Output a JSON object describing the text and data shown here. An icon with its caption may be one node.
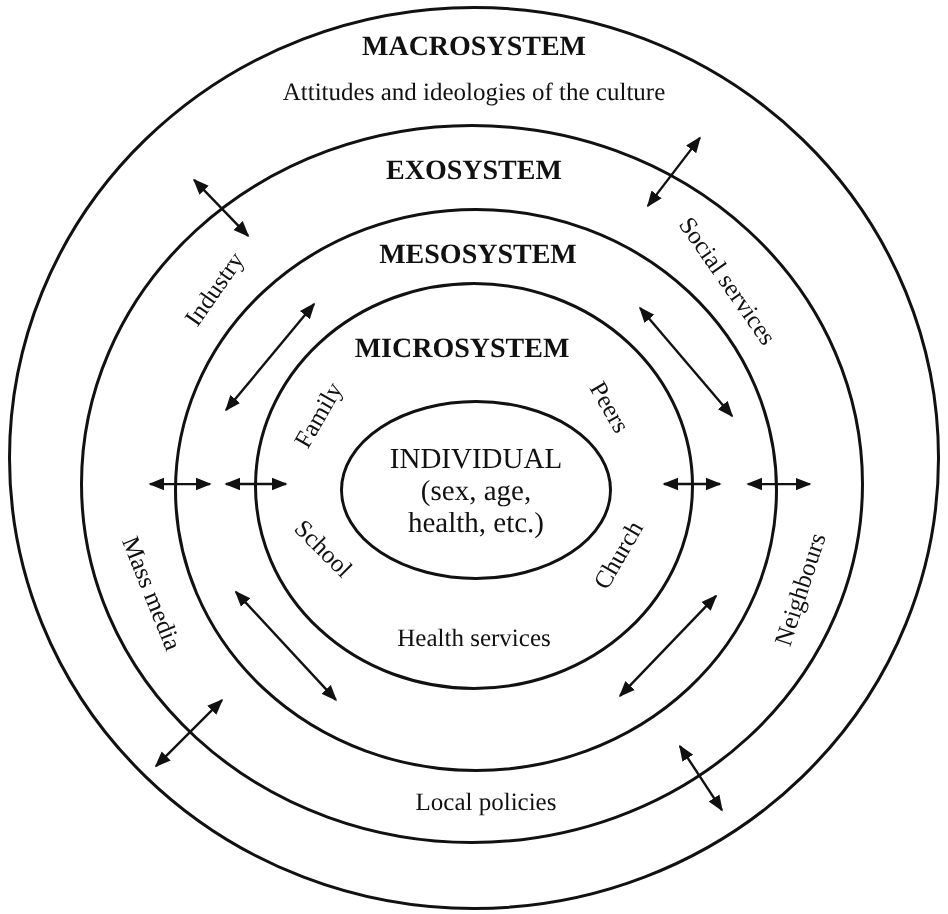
{
  "diagram": {
    "nodes": [
      {
        "text": [
          "MACROSYSTEM",
          "Attitudes and ideologies of the culture"
        ]
      },
      {
        "text": [
          "EXOSYSTEM"
        ],
        "in": 0
      },
      {
        "text": [
          "MESOSYSTEM"
        ],
        "in": 1
      },
      {
        "text": [
          "MICROSYSTEM"
        ],
        "in": 2
      },
      {
        "text": [
          "INDIVIDUAL (sex, age, health, etc.)"
        ],
        "in": 3
      }
    ],
    "edges": [
      {
        "from": 0,
        "to": 1,
        "arrow": "both"
      },
      {
        "from": 0,
        "to": 1,
        "arrow": "both"
      },
      {
        "from": 1,
        "to": 2,
        "arrow": "both"
      },
      {
        "from": 2,
        "to": 3,
        "arrow": "both"
      },
      {
        "from": 2,
        "to": 3,
        "arrow": "both"
      },
      {
        "from": 2,
        "to": 3,
        "arrow": "both"
      },
      {
        "from": 2,
        "to": 3,
        "arrow": "both"
      },
      {
        "from": 1,
        "to": 2,
        "arrow": "both"
      },
      {
        "from": 0,
        "to": 1,
        "arrow": "both"
      },
      {
        "from": 2,
        "to": 3,
        "arrow": "both"
      },
      {
        "from": 2,
        "to": 3,
        "arrow": "both"
      },
      {
        "from": 0,
        "to": 1,
        "arrow": "both"
      }
    ],
    "labels": [
      "Industry",
      "Social services",
      "Family",
      "Peers",
      "Mass media",
      "School",
      "Church",
      "Neighbours",
      "Health services",
      "Local policies"
    ]
  }
}
